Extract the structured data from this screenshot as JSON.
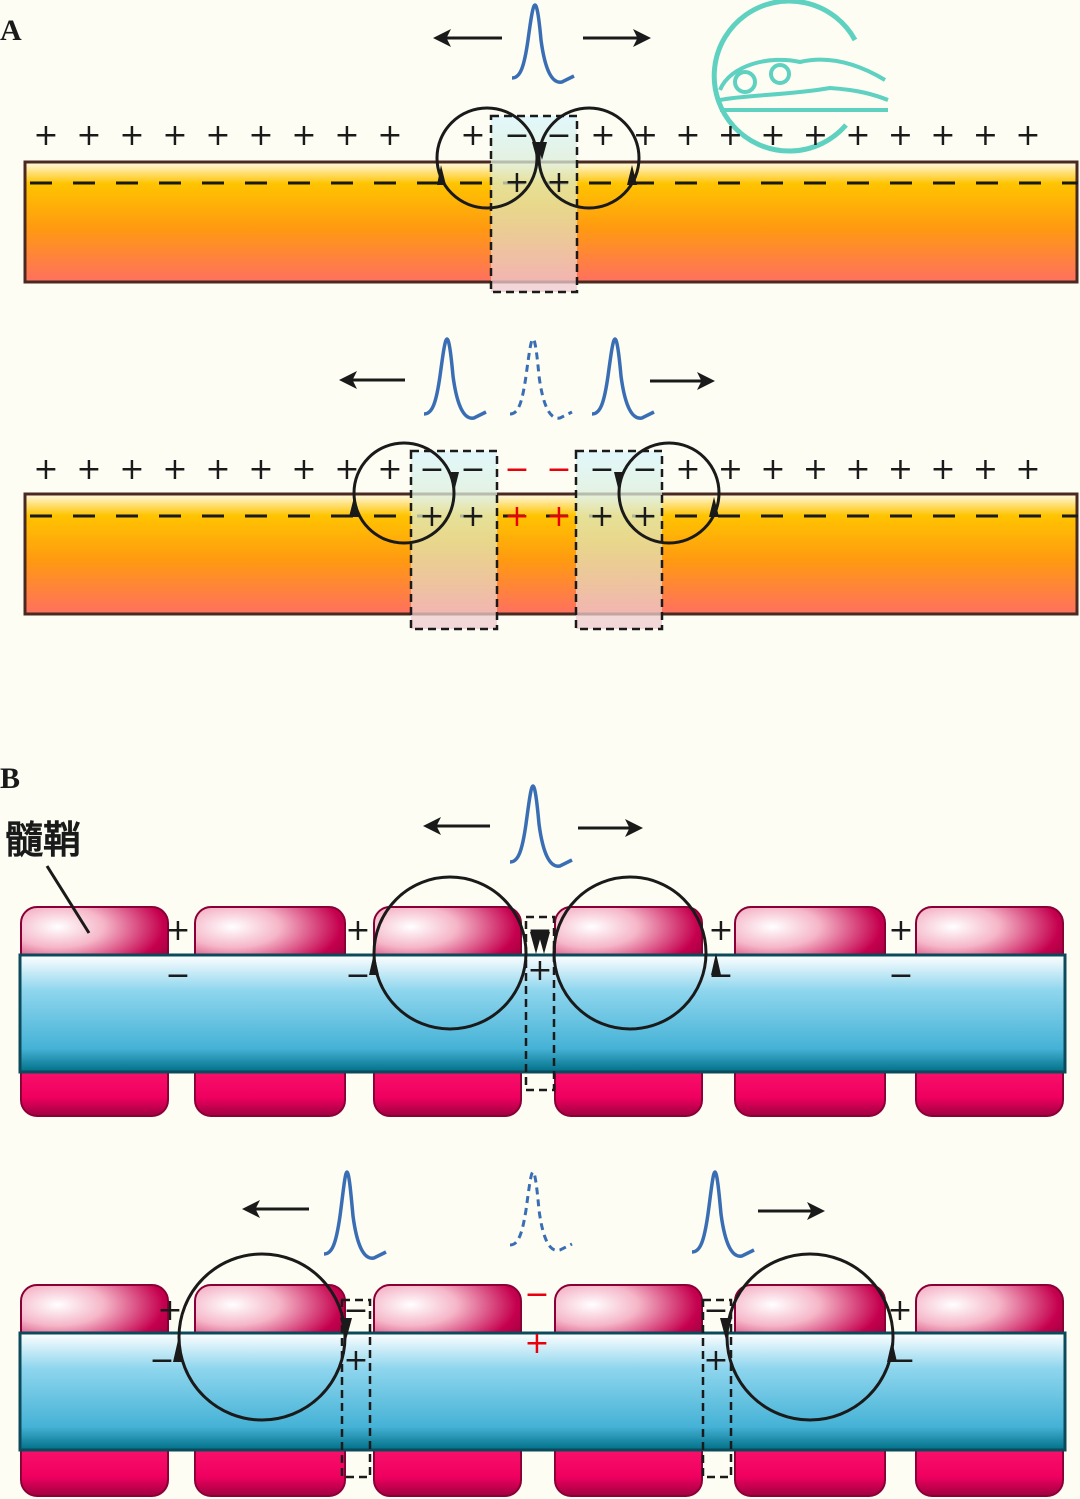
{
  "panel_a": {
    "label": "A"
  },
  "panel_b": {
    "label": "B",
    "myelin_label": "髓鞘"
  },
  "symbols": {
    "plus": "+",
    "minus": "−"
  },
  "colors": {
    "background": "#fdfdf3",
    "spike": "#3a6eb4",
    "polarity_red": "#e8000b",
    "outline": "#1a1a1a",
    "logo": "#5fd1c0"
  },
  "icons": [
    "arrow-left-icon",
    "arrow-right-icon",
    "action-potential-spike-icon",
    "current-loop-icon",
    "watermark-logo"
  ]
}
